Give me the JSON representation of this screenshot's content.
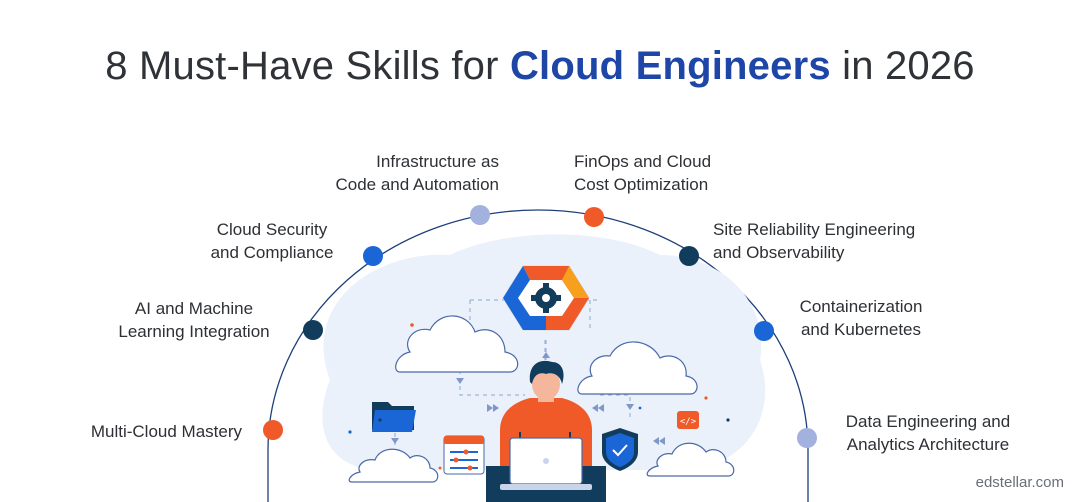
{
  "title": {
    "prefix": "8 Must-Have Skills for",
    "highlight": "Cloud Engineers",
    "suffix": "in 2026"
  },
  "skills": [
    {
      "line1": "Multi-Cloud Mastery",
      "line2": "",
      "color": "#f05a28"
    },
    {
      "line1": "AI and Machine",
      "line2": "Learning Integration",
      "color": "#123c5b"
    },
    {
      "line1": "Cloud Security",
      "line2": "and Compliance",
      "color": "#1a66d6"
    },
    {
      "line1": "Infrastructure as",
      "line2": "Code and Automation",
      "color": "#a3b1df"
    },
    {
      "line1": "FinOps and Cloud",
      "line2": "Cost Optimization",
      "color": "#f05a28"
    },
    {
      "line1": "Site Reliability Engineering",
      "line2": "and Observability",
      "color": "#123c5b"
    },
    {
      "line1": "Containerization",
      "line2": "and Kubernetes",
      "color": "#1a66d6"
    },
    {
      "line1": "Data Engineering and",
      "line2": "Analytics Architecture",
      "color": "#a3b1df"
    }
  ],
  "illustration": {
    "code_badge": "</>"
  },
  "brand": "edstellar.com"
}
